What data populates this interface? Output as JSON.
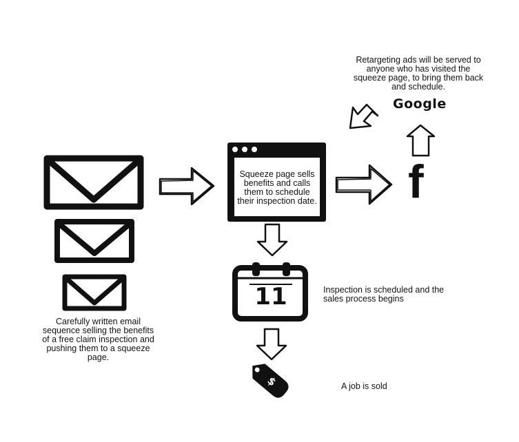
{
  "email_caption": "Carefully written email sequence selling the benefits of a free claim inspection and pushing them to a squeeze page.",
  "squeeze_caption": "Squeeze page sells benefits and calls them to schedule their inspection date.",
  "retargeting_caption": "Retargeting ads will be served to anyone who has visited the squeeze page, to bring them back and schedule.",
  "google_label": "Google",
  "facebook_label": "f",
  "calendar_day": "11",
  "inspection_caption": "Inspection is scheduled and the sales process begins",
  "sold_caption": "A job is sold",
  "price_tag_symbol": "$",
  "icons": [
    "envelope-icon",
    "browser-window-icon",
    "facebook-icon",
    "google-logo",
    "calendar-icon",
    "price-tag-icon",
    "arrow-right-icon",
    "arrow-down-icon",
    "arrow-up-icon",
    "arrow-down-left-icon"
  ]
}
